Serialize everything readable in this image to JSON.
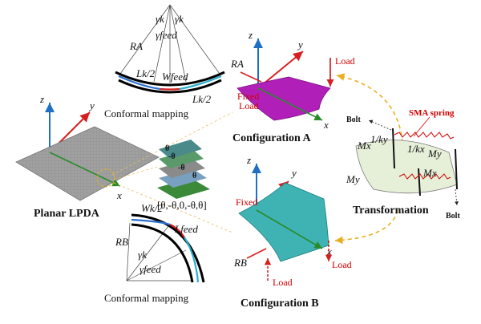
{
  "titles": {
    "planar": "Planar LPDA",
    "config_a": "Configuration A",
    "config_b": "Configuration B",
    "transformation": "Transformation"
  },
  "mapping": {
    "top": "Conformal mapping",
    "bottom": "Conformal mapping"
  },
  "axes": {
    "x": "x",
    "y": "y",
    "z": "z"
  },
  "top_fan": {
    "gamma_k_left": "γk",
    "gamma_k_right": "γk",
    "gamma_feed": "γfeed",
    "radius": "RA",
    "lk2_left": "Lk/2",
    "wfeed": "Wfeed",
    "lk2_right": "Lk/2"
  },
  "bottom_fan": {
    "wk2": "Wk/2",
    "lfeed": "Lfeed",
    "radius": "RB",
    "gamma_k": "γk",
    "gamma_feed": "γfeed"
  },
  "layup": {
    "theta": "θ",
    "neg_theta1": "-θ",
    "neg_theta2": "-θ",
    "theta2": "θ",
    "sequence": "[θ,-θ,0,-θ,θ]"
  },
  "config_a": {
    "radius": "RA",
    "load": "Load",
    "fixed": "Fixed",
    "load2": "Load"
  },
  "config_b": {
    "radius": "RB",
    "fixed": "Fixed",
    "load_bottom": "Load",
    "load_right": "Load"
  },
  "transform": {
    "bolt_top": "Bolt",
    "bolt_bottom": "Bolt",
    "sma": "SMA spring",
    "mx": "Mx",
    "my": "My",
    "inv_ky": "1/ky",
    "inv_kx": "1/kx",
    "my_right": "My",
    "mx_right": "Mx"
  },
  "colors": {
    "z_axis": "#1f6fc5",
    "y_axis": "#d62020",
    "x_axis": "#2a8a2a",
    "config_a_fill": "#b020b8",
    "config_b_fill": "#3fb3b3",
    "planar_fill": "#9a9a9a",
    "dashed_gold": "#e8b020",
    "red": "#d00000"
  }
}
